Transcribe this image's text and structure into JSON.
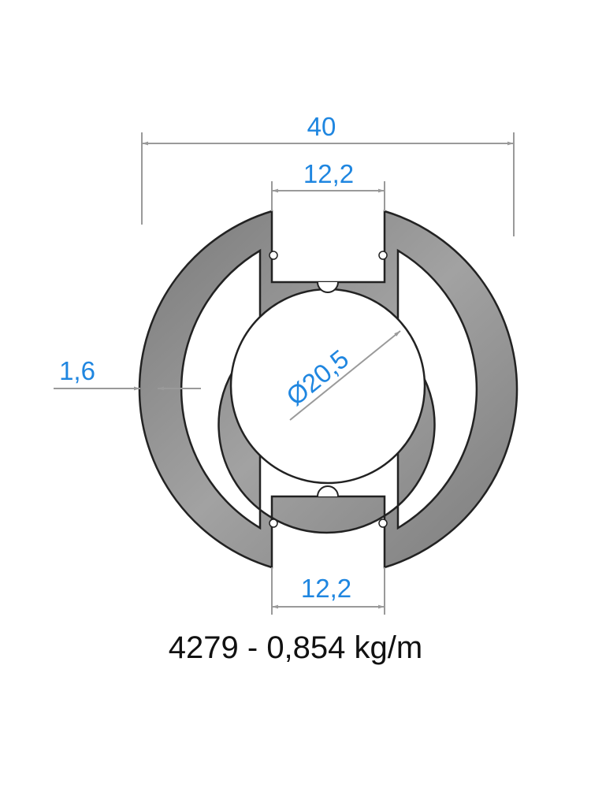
{
  "dimensions": {
    "overall_width": "40",
    "top_slot_width": "12,2",
    "bottom_slot_width": "12,2",
    "wall_thickness": "1,6",
    "bore_diameter": "Ø20,5"
  },
  "caption": "4279 - 0,854 kg/m",
  "colors": {
    "dimension_text": "#1f86e0",
    "dimension_line": "#9a9a9a",
    "profile_fill": "#8a8a8a",
    "profile_outline": "#222222"
  }
}
